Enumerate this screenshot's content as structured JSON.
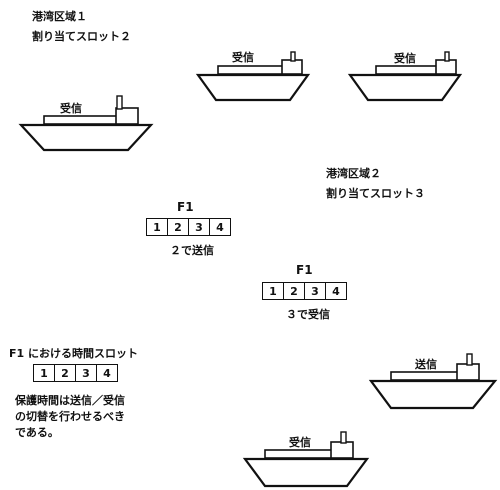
{
  "area1": {
    "title": "港湾区域１",
    "slot_assignment": "割り当てスロット２"
  },
  "area2": {
    "title": "港湾区域２",
    "slot_assignment": "割り当てスロット３"
  },
  "frame_a": {
    "label": "F1",
    "slots": [
      "1",
      "2",
      "3",
      "4"
    ],
    "caption": "２で送信"
  },
  "frame_b": {
    "label": "F1",
    "slots": [
      "1",
      "2",
      "3",
      "4"
    ],
    "caption": "３で受信"
  },
  "frame_c": {
    "label": "F1 における時間スロット",
    "slots": [
      "1",
      "2",
      "3",
      "4"
    ]
  },
  "note": "保護時間は送信／受信\nの切替を行わせるべき\nである。",
  "ships": [
    {
      "label": "受信"
    },
    {
      "label": "受信"
    },
    {
      "label": "受信"
    },
    {
      "label": "送信"
    },
    {
      "label": "受信"
    }
  ],
  "colors": {
    "ink": "#111111",
    "background": "#ffffff"
  }
}
